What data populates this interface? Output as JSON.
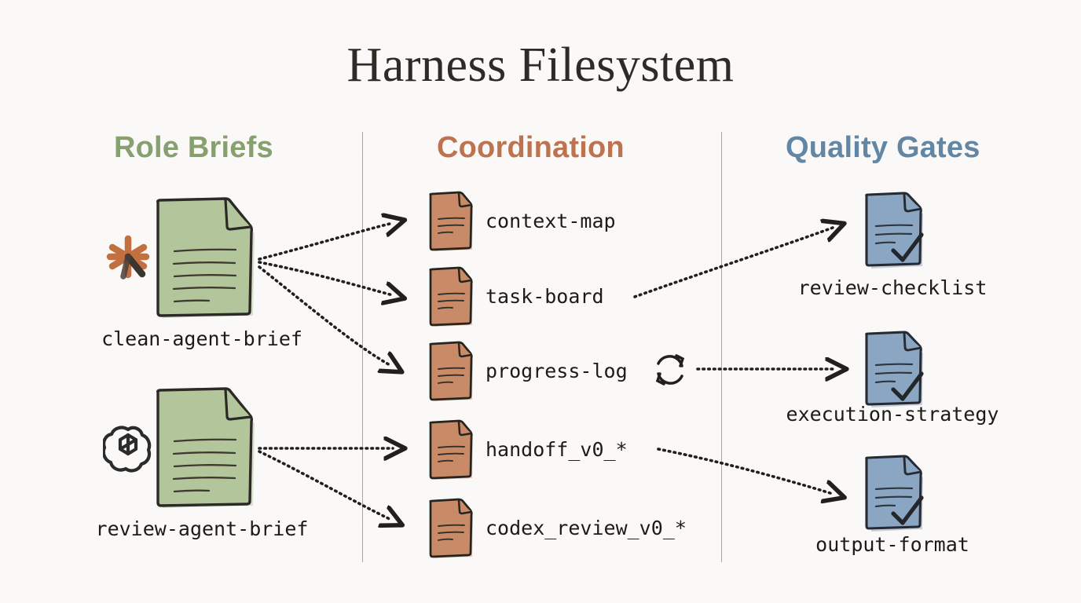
{
  "title": "Harness Filesystem",
  "colors": {
    "background": "#faf9f7",
    "title": "#2e2a26",
    "role_briefs": "#86a070",
    "coordination": "#bd7350",
    "quality_gates": "#6286a3",
    "doc_green_fill": "#b3c69b",
    "doc_terracotta_fill": "#c98a68",
    "doc_blue_fill": "#8ba6c2",
    "ink": "#22201e",
    "divider": "#a9a49c",
    "claude_logo": "#c2703f",
    "openai_logo": "#2b2b2b"
  },
  "columns": [
    {
      "id": "role-briefs",
      "heading": "Role Briefs",
      "items": [
        {
          "id": "clean-agent-brief",
          "label": "clean-agent-brief",
          "doc_color": "green",
          "badge": "claude-logo-icon",
          "lines": 5
        },
        {
          "id": "review-agent-brief",
          "label": "review-agent-brief",
          "doc_color": "green",
          "badge": "openai-logo-icon",
          "lines": 5
        }
      ]
    },
    {
      "id": "coordination",
      "heading": "Coordination",
      "items": [
        {
          "id": "context-map",
          "label": "context-map",
          "doc_color": "terracotta",
          "badge": null,
          "lines": 3
        },
        {
          "id": "task-board",
          "label": "task-board",
          "doc_color": "terracotta",
          "badge": null,
          "lines": 3
        },
        {
          "id": "progress-log",
          "label": "progress-log",
          "doc_color": "terracotta",
          "badge": "sync-icon",
          "lines": 3
        },
        {
          "id": "handoff-v0",
          "label": "handoff_v0_*",
          "doc_color": "terracotta",
          "badge": null,
          "lines": 3
        },
        {
          "id": "codex-review-v0",
          "label": "codex_review_v0_*",
          "doc_color": "terracotta",
          "badge": null,
          "lines": 3
        }
      ]
    },
    {
      "id": "quality-gates",
      "heading": "Quality Gates",
      "items": [
        {
          "id": "review-checklist",
          "label": "review-checklist",
          "doc_color": "blue",
          "badge": "check-mark-icon",
          "lines": 3
        },
        {
          "id": "execution-strategy",
          "label": "execution-strategy",
          "doc_color": "blue",
          "badge": "check-mark-icon",
          "lines": 3
        },
        {
          "id": "output-format",
          "label": "output-format",
          "doc_color": "blue",
          "badge": "check-mark-icon",
          "lines": 3
        }
      ]
    }
  ],
  "connections": [
    {
      "from": "clean-agent-brief",
      "to": "context-map",
      "style": "dotted-arrow"
    },
    {
      "from": "clean-agent-brief",
      "to": "task-board",
      "style": "dotted-arrow"
    },
    {
      "from": "clean-agent-brief",
      "to": "progress-log",
      "style": "dotted-arrow"
    },
    {
      "from": "review-agent-brief",
      "to": "handoff-v0",
      "style": "dotted-arrow"
    },
    {
      "from": "review-agent-brief",
      "to": "codex-review-v0",
      "style": "dotted-arrow"
    },
    {
      "from": "task-board",
      "to": "review-checklist",
      "style": "dotted-arrow"
    },
    {
      "from": "progress-log",
      "to": "execution-strategy",
      "style": "dotted-arrow"
    },
    {
      "from": "handoff-v0",
      "to": "output-format",
      "style": "dotted-arrow"
    }
  ]
}
